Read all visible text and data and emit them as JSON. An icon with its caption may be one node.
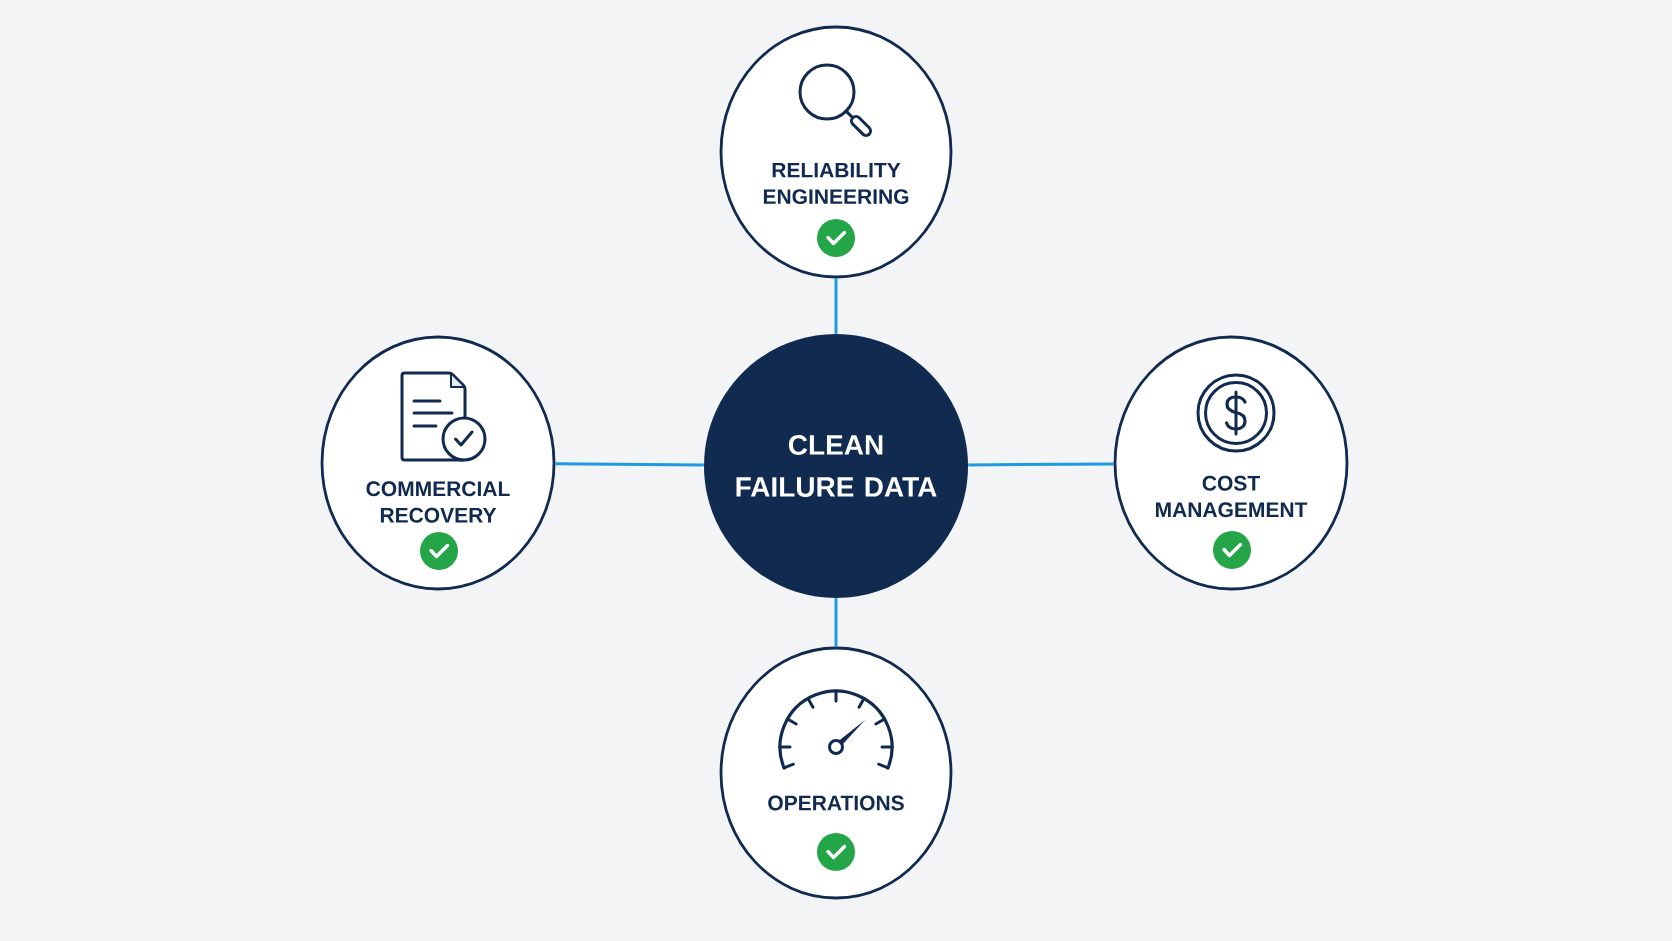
{
  "diagram": {
    "nodes": [
      {
        "text": [
          "RELIABILITY ENGINEERING"
        ]
      },
      {
        "text": [
          "COMMERCIAL RECOVERY"
        ]
      },
      {
        "text": [
          "CLEAN FAILURE DATA"
        ]
      },
      {
        "text": [
          "COST MANAGEMENT"
        ]
      },
      {
        "text": [
          "OPERATIONS"
        ]
      }
    ],
    "edges": [
      {
        "from": 2,
        "to": 0,
        "arrow": "none"
      },
      {
        "from": 2,
        "to": 1,
        "arrow": "none"
      },
      {
        "from": 2,
        "to": 3,
        "arrow": "none"
      },
      {
        "from": 2,
        "to": 4,
        "arrow": "none"
      }
    ]
  }
}
